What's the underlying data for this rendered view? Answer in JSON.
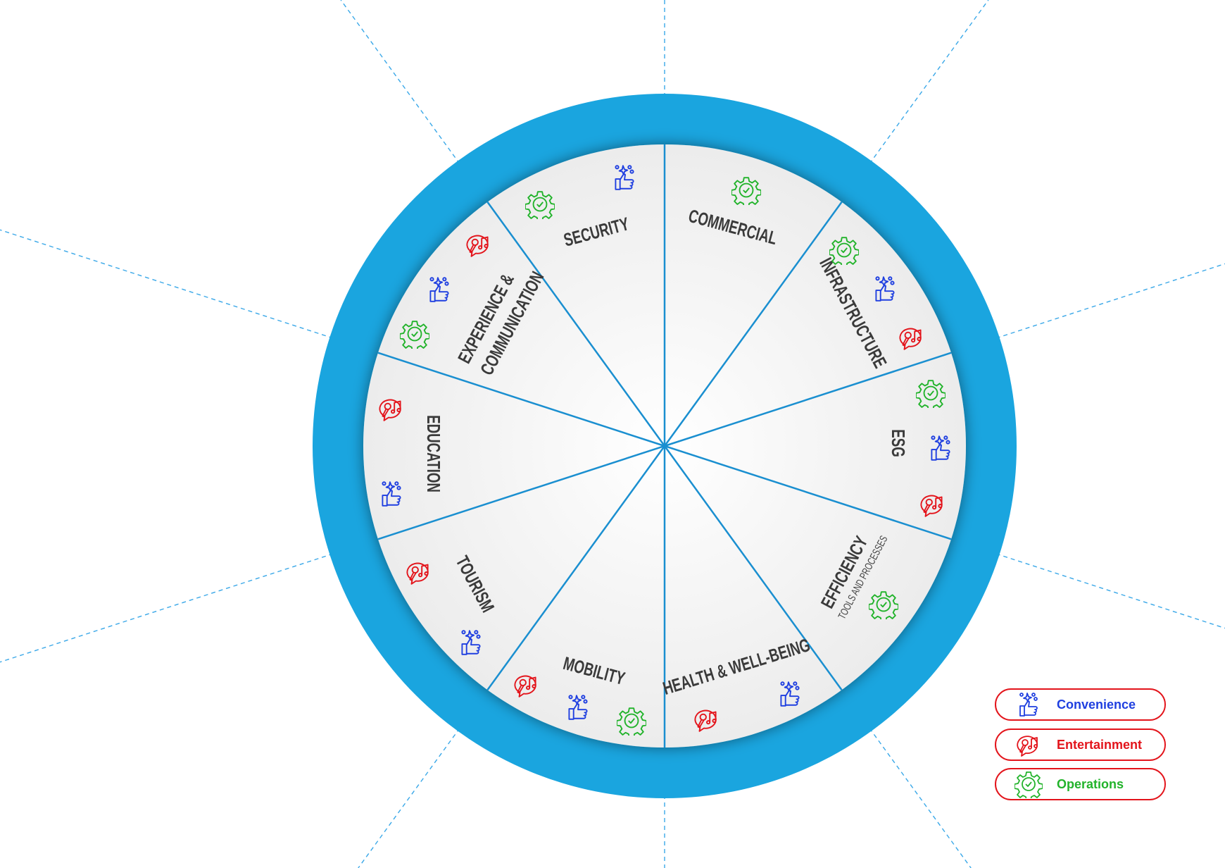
{
  "segments": [
    {
      "label": "COMMERCIAL",
      "icons": [
        "operations"
      ]
    },
    {
      "label": "INFRASTRUCTURE",
      "icons": [
        "operations",
        "convenience",
        "entertainment"
      ]
    },
    {
      "label": "ESG",
      "icons": [
        "operations",
        "convenience",
        "entertainment"
      ]
    },
    {
      "label": "EFFICIENCY",
      "sublabel": "TOOLS AND PROCESSES",
      "icons": [
        "operations"
      ]
    },
    {
      "label": "HEALTH & WELL-BEING",
      "icons": [
        "convenience",
        "entertainment"
      ]
    },
    {
      "label": "MOBILITY",
      "icons": [
        "entertainment",
        "convenience",
        "operations"
      ]
    },
    {
      "label": "TOURISM",
      "icons": [
        "entertainment",
        "convenience"
      ]
    },
    {
      "label": "EDUCATION",
      "icons": [
        "entertainment",
        "convenience"
      ]
    },
    {
      "label": "EXPERIENCE &",
      "label2": "COMMUNICATION",
      "icons": [
        "entertainment",
        "convenience",
        "operations"
      ]
    },
    {
      "label": "SECURITY",
      "icons": [
        "operations",
        "convenience"
      ]
    }
  ],
  "legend": [
    {
      "key": "convenience",
      "label": "Convenience",
      "color": "#1f3fe0"
    },
    {
      "key": "entertainment",
      "label": "Entertainment",
      "color": "#e3141b"
    },
    {
      "key": "operations",
      "label": "Operations",
      "color": "#22b32b"
    }
  ],
  "colors": {
    "ring": "#1aa5df",
    "divider": "#1a8fd0",
    "dashed": "#3aa8e8"
  }
}
